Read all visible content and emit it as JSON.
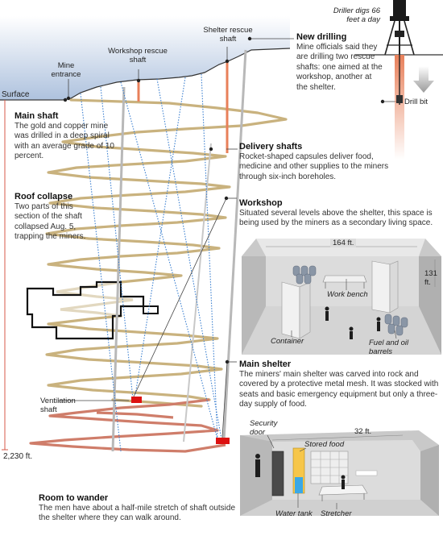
{
  "labels": {
    "surface": "Surface",
    "mine_entrance": "Mine entrance",
    "workshop_rescue_shaft": "Workshop rescue shaft",
    "shelter_rescue_shaft": "Shelter rescue shaft",
    "ventilation_shaft": "Ventilation shaft",
    "depth": "2,230 ft.",
    "driller_note": "Driller digs 66 feet a day",
    "drill_bit": "Drill bit"
  },
  "sections": {
    "main_shaft": {
      "title": "Main shaft",
      "body": "The gold and copper mine was drilled in a deep spiral with an average grade of 10 percent."
    },
    "roof_collapse": {
      "title": "Roof collapse",
      "body": "Two parts of this section of the shaft collapsed Aug. 5, trapping the miners."
    },
    "new_drilling": {
      "title": "New drilling",
      "body": "Mine officials said they are drilling two rescue shafts: one aimed at the workshop, another at the shelter."
    },
    "delivery_shafts": {
      "title": "Delivery shafts",
      "body": "Rocket-shaped capsules deliver food, medicine and other supplies to the miners through six-inch boreholes."
    },
    "workshop": {
      "title": "Workshop",
      "body": "Situated several levels above the shelter, this space is being used by the miners as a secondary living space."
    },
    "main_shelter": {
      "title": "Main shelter",
      "body": "The miners' main shelter was carved into rock and covered by a protective metal mesh. It was stocked with seats and basic emergency equipment but only a three-day supply of food."
    },
    "room_to_wander": {
      "title": "Room to wander",
      "body": "The men have about a half-mile stretch of shaft outside the shelter where they can walk around."
    }
  },
  "workshop_detail": {
    "width": "164 ft.",
    "depth": "131 ft.",
    "work_bench": "Work bench",
    "container": "Container",
    "fuel": "Fuel and oil barrels"
  },
  "shelter_detail": {
    "width": "32 ft.",
    "security_door": "Security door",
    "stored_food": "Stored food",
    "water_tank": "Water tank",
    "stretcher": "Stretcher"
  },
  "colors": {
    "sky": "#aec2de",
    "shaft": "#c9b27e",
    "shaft_lower": "#cf7d6a",
    "rescue": "#e8805a",
    "delivery": "#3a7fd0",
    "target": "#dd1111"
  }
}
